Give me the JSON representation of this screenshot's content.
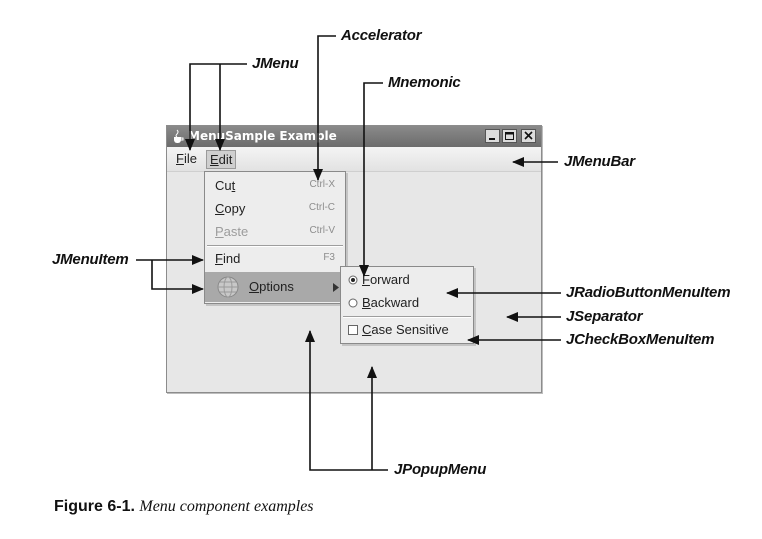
{
  "window": {
    "title": "MenuSample Example",
    "menus": [
      {
        "label": "File",
        "mnemonic": "F",
        "rest": "ile"
      },
      {
        "label": "Edit",
        "mnemonic": "E",
        "rest": "dit"
      }
    ],
    "title_buttons": [
      "minimize",
      "maximize",
      "close"
    ]
  },
  "edit_menu": {
    "items": [
      {
        "pre": "Cu",
        "mnemonic": "t",
        "post": "",
        "accelerator": "Ctrl-X",
        "enabled": true
      },
      {
        "pre": "",
        "mnemonic": "C",
        "post": "opy",
        "accelerator": "Ctrl-C",
        "enabled": true
      },
      {
        "pre": "",
        "mnemonic": "P",
        "post": "aste",
        "accelerator": "Ctrl-V",
        "enabled": false
      },
      {
        "pre": "",
        "mnemonic": "F",
        "post": "ind",
        "accelerator": "F3",
        "enabled": true
      },
      {
        "pre": "",
        "mnemonic": "O",
        "post": "ptions",
        "accelerator": "",
        "enabled": true,
        "submenu": true,
        "highlighted": true
      }
    ]
  },
  "options_menu": {
    "items": [
      {
        "type": "radio",
        "selected": true,
        "mnemonic": "F",
        "post": "orward"
      },
      {
        "type": "radio",
        "selected": false,
        "mnemonic": "B",
        "post": "ackward"
      },
      {
        "type": "checkbox",
        "checked": false,
        "mnemonic": "C",
        "post": "ase Sensitive"
      }
    ]
  },
  "callouts": {
    "jmenu": "JMenu",
    "accelerator": "Accelerator",
    "mnemonic": "Mnemonic",
    "jmenubar": "JMenuBar",
    "jmenuitem": "JMenuItem",
    "jradiobuttonmenuitem": "JRadioButtonMenuItem",
    "jseparator": "JSeparator",
    "jcheckboxmenuitem": "JCheckBoxMenuItem",
    "jpopupmenu": "JPopupMenu"
  },
  "caption": {
    "figure": "Figure 6-1.",
    "text": "Menu component examples"
  },
  "colors": {
    "titlebar": "#7a7a7a",
    "window_bg": "#e7e7e7",
    "highlight": "#a9a9a9",
    "line": "#111111"
  }
}
